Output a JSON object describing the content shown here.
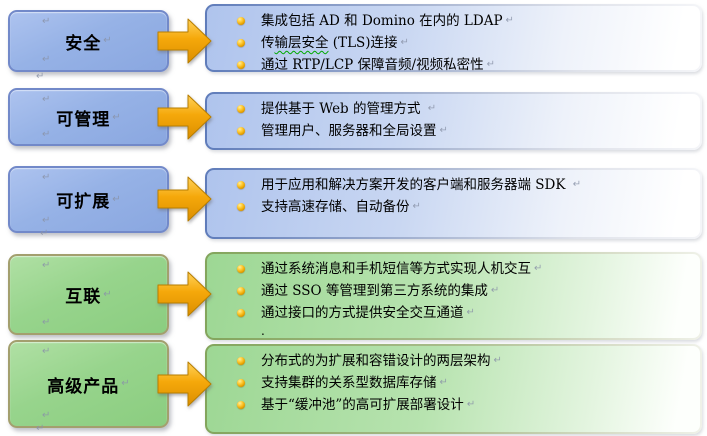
{
  "meta": {
    "pilcrow": "↵"
  },
  "colors": {
    "text": "#000000",
    "pilcrow": "#8A93A8",
    "blue_box_fill": "#96B2E6",
    "blue_box_border": "#7289C9",
    "green_box_fill": "#97D48C",
    "green_box_border": "#A39F6E",
    "content_blue_fill": "#AFC4ED",
    "content_blue_border": "#5F7CBA",
    "content_green_fill": "#9DD794",
    "content_green_border": "#83A55C",
    "arrow_fill": "#F5A80A",
    "arrow_edge": "#B87E00",
    "bullet_fill": "#E8A200",
    "wavy_underline": "#00A800"
  },
  "rows": [
    {
      "theme": "blue",
      "label": "安全",
      "bullets": [
        {
          "text": "集成包括 AD 和 Domino 在内的 LDAP"
        },
        {
          "text": "传输层安全 (TLS)连接",
          "wavy": "输层安全"
        },
        {
          "text": "通过 RTP/LCP 保障音频/视频私密性"
        }
      ]
    },
    {
      "theme": "blue",
      "label": "可管理",
      "bullets": [
        {
          "text": "提供基于 Web 的管理方式 "
        },
        {
          "text": "管理用户、服务器和全局设置"
        }
      ]
    },
    {
      "theme": "blue",
      "label": "可扩展",
      "bullets": [
        {
          "text": "用于应用和解决方案开发的客户端和服务器端 SDK "
        },
        {
          "text": "支持高速存储、自动备份"
        }
      ]
    },
    {
      "theme": "green",
      "label": "互联",
      "bullets": [
        {
          "text": "通过系统消息和手机短信等方式实现人机交互"
        },
        {
          "text": "通过 SSO 等管理到第三方系统的集成"
        },
        {
          "text": "通过接口的方式提供安全交互通道"
        },
        {
          "text": ".",
          "bullet": false
        }
      ]
    },
    {
      "theme": "green",
      "label": "高级产品",
      "bullets": [
        {
          "text": "分布式的为扩展和容错设计的两层架构"
        },
        {
          "text": "支持集群的关系型数据库存储"
        },
        {
          "text": "基于“缓冲池”的高可扩展部署设计"
        }
      ]
    }
  ]
}
